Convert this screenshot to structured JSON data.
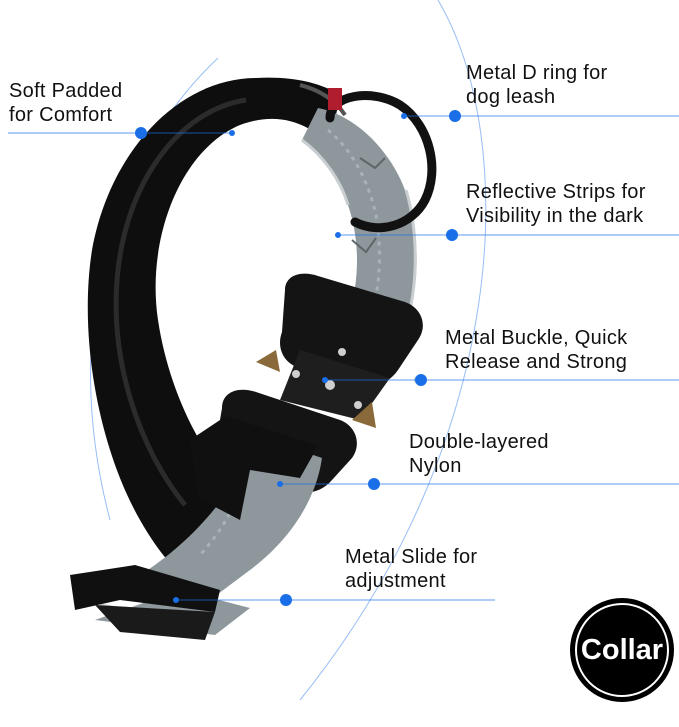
{
  "features": {
    "padded": [
      "Soft Padded",
      "for Comfort"
    ],
    "d_ring": [
      "Metal D ring for",
      "dog leash"
    ],
    "reflective": [
      "Reflective Strips for",
      "Visibility in the dark"
    ],
    "buckle": [
      "Metal Buckle, Quick",
      "Release and Strong"
    ],
    "nylon": [
      "Double-layered",
      "Nylon"
    ],
    "slide": [
      "Metal Slide for",
      "adjustment"
    ]
  },
  "badge": {
    "label": "Collar"
  },
  "colors": {
    "accent_blue": "#1a6fe8",
    "webbing_grey": "#8d979c",
    "padding_black": "#0e0e0e",
    "buckle_bronze": "#8a6a3a"
  }
}
